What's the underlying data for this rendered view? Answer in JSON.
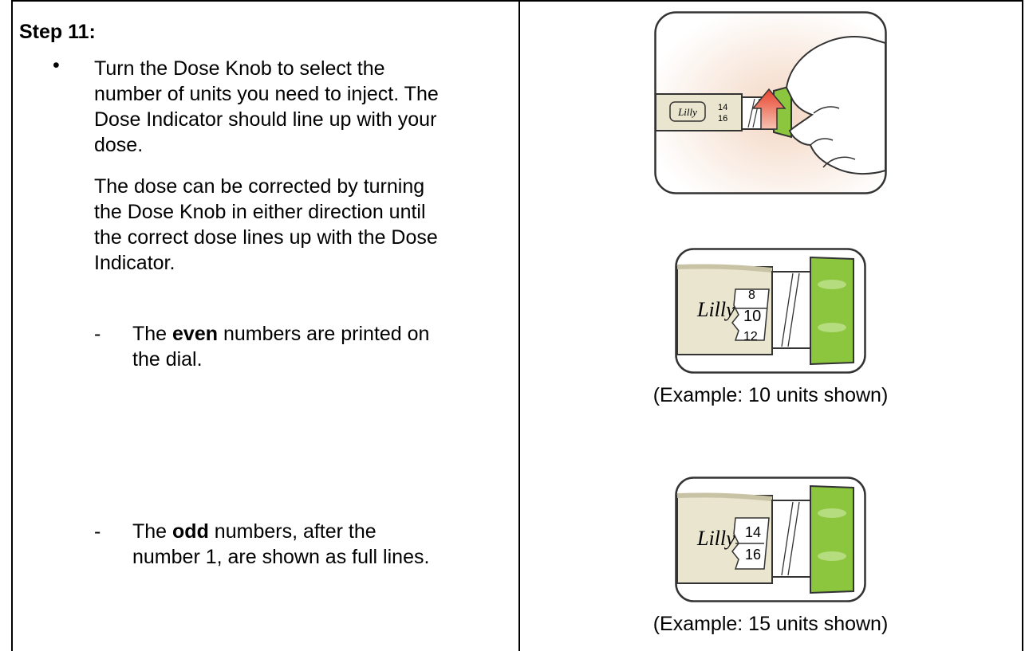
{
  "step": {
    "heading": "Step 11:",
    "bullet_text": "Turn the Dose Knob to select the number of units you need to inject. The Dose Indicator should line up with your dose.",
    "bullet_lines": [
      "Turn the Dose Knob to select the",
      "number of units you need to inject. The",
      "Dose Indicator should line up with your",
      "dose."
    ],
    "para_lines": [
      "The dose can be corrected by turning",
      "the Dose Knob in either direction until",
      "the correct dose lines up with the Dose",
      "Indicator."
    ],
    "even": {
      "pre": "The ",
      "bold": "even",
      "post": " numbers are printed on",
      "line2": "the dial."
    },
    "odd": {
      "pre": "The ",
      "bold": "odd",
      "post": " numbers, after the",
      "line2": "number 1, are shown as full lines."
    }
  },
  "illustrations": {
    "pen_label": "Lilly",
    "top_numbers": [
      "14",
      "16"
    ],
    "mid_numbers": [
      "8",
      "10",
      "12"
    ],
    "bottom_numbers": [
      "14",
      "16"
    ]
  },
  "captions": {
    "example_10": "(Example: 10 units shown)",
    "example_15": "(Example: 15 units shown)"
  },
  "colors": {
    "knob_green": "#8cc63f",
    "arrow_red": "#e8432e",
    "pen_body": "#e9e5cf"
  }
}
